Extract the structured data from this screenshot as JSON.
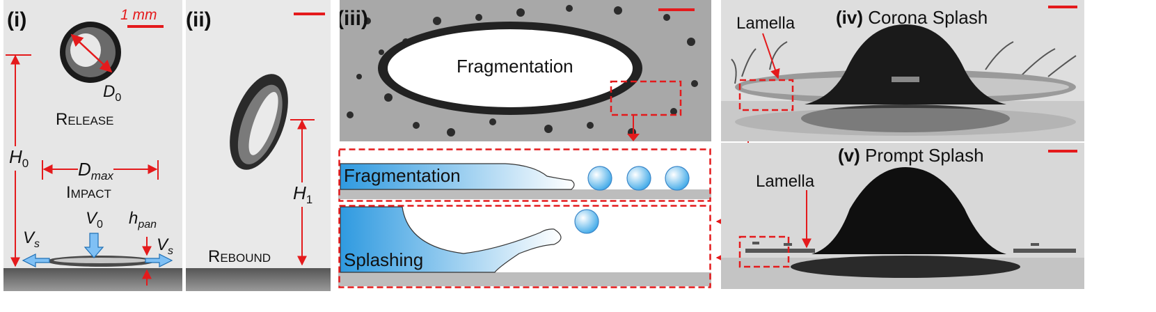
{
  "colors": {
    "annotation": "#e41a1c",
    "arrow_fill": "#4da3f0",
    "liquid": "#3fa9e8"
  },
  "panel_i": {
    "label": "(i)",
    "scale": "1 mm",
    "d0_sym": "D",
    "d0_sub": "0",
    "release": "Release",
    "h0_sym": "H",
    "h0_sub": "0",
    "dmax_sym": "D",
    "dmax_sub": "max",
    "impact": "Impact",
    "v0_sym": "V",
    "v0_sub": "0",
    "hpan_sym": "h",
    "hpan_sub": "pan",
    "vs_sym": "V",
    "vs_sub": "s"
  },
  "panel_ii": {
    "label": "(ii)",
    "h1_sym": "H",
    "h1_sub": "1",
    "rebound": "Rebound"
  },
  "panel_iii": {
    "label": "(iii)",
    "fragmentation_title": "Fragmentation",
    "frag_schematic": "Fragmentation",
    "splash_schematic": "Splashing"
  },
  "panel_iv": {
    "tag": "(iv)",
    "title": "Corona Splash",
    "lamella": "Lamella"
  },
  "panel_v": {
    "tag": "(v)",
    "title": "Prompt Splash",
    "lamella": "Lamella"
  }
}
